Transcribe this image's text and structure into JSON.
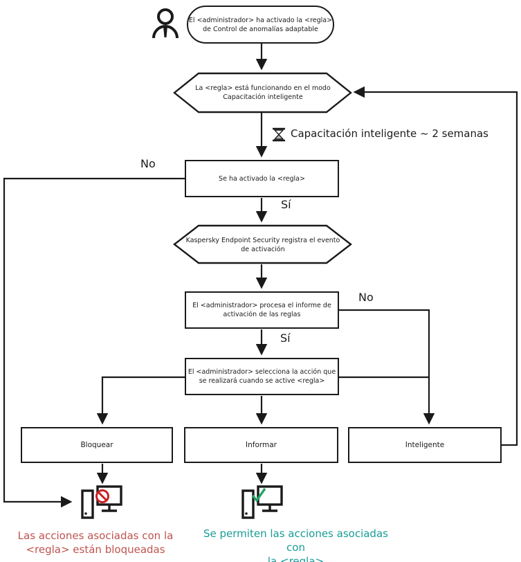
{
  "flowchart": {
    "nodes": {
      "start": "El <administrador> ha activado la <regla>\nde Control de anomalías adaptable",
      "smart_training_mode": "La <regla> está funcionando en el modo\nCapacitación inteligente",
      "rule_triggered": "Se ha activado la <regla>",
      "log_event": "Kaspersky Endpoint Security registra el evento\nde activación",
      "admin_processes_report": "El <administrador> procesa el informe de\nactivación de las reglas",
      "admin_selects_action": "El <administrador> selecciona la acción que\nse realizará cuando se active <regla>",
      "block": "Bloquear",
      "inform": "Informar",
      "smart": "Inteligente"
    },
    "branch_labels": {
      "no_left": "No",
      "yes_after_trigger": "Sí",
      "no_right": "No",
      "yes_after_report": "Sí"
    },
    "annotations": {
      "training_duration": "Capacitación inteligente ~ 2 semanas"
    },
    "outcomes": {
      "blocked": "Las acciones asociadas con la\n<regla> están bloqueadas",
      "allowed": "Se permiten las acciones asociadas con\nla <regla>"
    },
    "icons": {
      "administrator": "user-icon",
      "timer": "hourglass-icon",
      "blocked_result": "computer-blocked-icon",
      "allowed_result": "computer-allowed-icon"
    },
    "colors": {
      "line": "#1a1a1a",
      "blocked_text": "#be534f",
      "allowed_text": "#189c96",
      "prohibition_sign": "#cb2026",
      "check_mark": "#21a467"
    }
  }
}
